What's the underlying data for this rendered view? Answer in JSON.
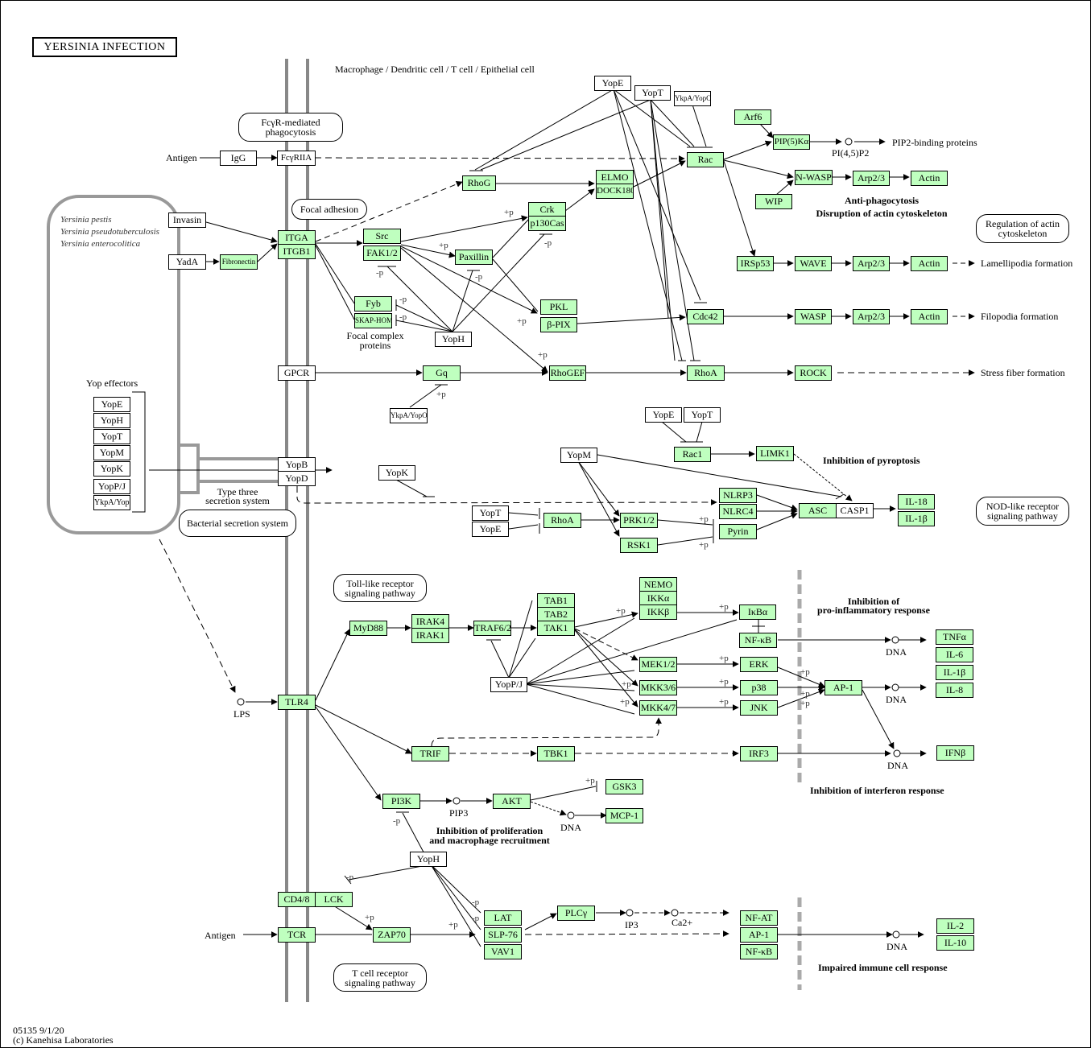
{
  "title": "YERSINIA INFECTION",
  "cell_label": "Macrophage / Dendritic cell / T cell / Epithelial cell",
  "bacteria": [
    "Yersinia pestis",
    "Yersinia pseudotuberculosis",
    "Yersinia enterocolitica"
  ],
  "yop_effectors": {
    "label": "Yop effectors",
    "items": [
      "YopE",
      "YopH",
      "YopT",
      "YopM",
      "YopK",
      "YopP/J",
      "YkpA/YopO"
    ]
  },
  "pathway_links": {
    "fcgr": "FcγR-mediated phagocytosis",
    "focal": "Focal adhesion",
    "actin": "Regulation of actin cytoskeleton",
    "bss": "Bacterial secretion system",
    "nod": "NOD-like receptor signaling pathway",
    "tlr": "Toll-like receptor signaling pathway",
    "tcr": "T cell receptor signaling pathway"
  },
  "labels": {
    "antigen1": "Antigen",
    "antigen2": "Antigen",
    "t3ss": "Type three secretion system",
    "focal_complex": "Focal complex proteins",
    "pip2": "PI(4,5)P2",
    "pip2_binding": "PIP2-binding proteins",
    "anti_phago": "Anti-phagocytosis",
    "disruption": "Disruption of actin cytoskeleton",
    "lamellipodia": "Lamellipodia formation",
    "filopodia": "Filopodia formation",
    "stress_fiber": "Stress fiber formation",
    "pyroptosis": "Inhibition of pyroptosis",
    "proinflam1": "Inhibition of",
    "proinflam2": "pro-inflammatory response",
    "interferon": "Inhibition of interferon response",
    "prolif1": "Inhibition of proliferation",
    "prolif2": "and macrophage recruitment",
    "impaired": "Impaired immune cell response",
    "lps": "LPS",
    "pip3": "PIP3",
    "ip3": "IP3",
    "ca": "Ca2+",
    "dna": "DNA",
    "plus_p": "+p",
    "minus_p": "-p"
  },
  "footer": {
    "id": "05135 9/1/20",
    "copyright": "(c) Kanehisa Laboratories"
  },
  "nodes": {
    "IgG": "IgG",
    "FcgRIIA": "FcγRIIA",
    "Invasin": "Invasin",
    "YadA": "YadA",
    "Fibronectin": "Fibronectin",
    "ITGA": "ITGA",
    "ITGB1": "ITGB1",
    "GPCR": "GPCR",
    "YopB": "YopB",
    "YopD": "YopD",
    "RhoG": "RhoG",
    "Src": "Src",
    "FAK": "FAK1/2",
    "Paxillin": "Paxillin",
    "Crk": "Crk",
    "p130Cas": "p130Cas",
    "Fyb": "Fyb",
    "SKAP": "SKAP-HOM",
    "YopH1": "YopH",
    "PKL": "PKL",
    "bPIX": "β-PIX",
    "ELMO": "ELMO",
    "DOCK180": "DOCK180",
    "YopE1": "YopE",
    "YopT1": "YopT",
    "YkpA1": "YkpA/YopO",
    "Rac": "Rac",
    "Arf6": "Arf6",
    "PIP5K": "PIP(5)Kα",
    "NWASP": "N-WASP",
    "WIP": "WIP",
    "Arp23a": "Arp2/3",
    "Actin_a": "Actin",
    "IRSp53": "IRSp53",
    "WAVE": "WAVE",
    "Arp23b": "Arp2/3",
    "Actin_b": "Actin",
    "Cdc42": "Cdc42",
    "WASP": "WASP",
    "Arp23c": "Arp2/3",
    "Actin_c": "Actin",
    "Gq": "Gq",
    "RhoGEF": "RhoGEF",
    "RhoA1": "RhoA",
    "ROCK": "ROCK",
    "YkpA2": "YkpA/YopO",
    "YopE2": "YopE",
    "YopT2": "YopT",
    "Rac1": "Rac1",
    "LIMK1": "LIMK1",
    "YopM": "YopM",
    "YopK": "YopK",
    "YopT3": "YopT",
    "YopE3": "YopE",
    "RhoA2": "RhoA",
    "PRK": "PRK1/2",
    "RSK1": "RSK1",
    "NLRP3": "NLRP3",
    "NLRC4": "NLRC4",
    "Pyrin": "Pyrin",
    "ASC": "ASC",
    "CASP1": "CASP1",
    "IL18": "IL-18",
    "IL1b1": "IL-1β",
    "TLR4": "TLR4",
    "MyD88": "MyD88",
    "IRAK4": "IRAK4",
    "IRAK1": "IRAK1",
    "TRAF6": "TRAF6/2",
    "TAB1": "TAB1",
    "TAB2": "TAB2",
    "TAK1": "TAK1",
    "YopPJ": "YopP/J",
    "NEMO": "NEMO",
    "IKKa": "IKKα",
    "IKKb": "IKKβ",
    "IkBa": "IκBα",
    "NFkB1": "NF-κB",
    "MEK": "MEK1/2",
    "MKK36": "MKK3/6",
    "MKK47": "MKK4/7",
    "ERK": "ERK",
    "p38": "p38",
    "JNK": "JNK",
    "AP1a": "AP-1",
    "TNFa": "TNFα",
    "IL6": "IL-6",
    "IL1b2": "IL-1β",
    "IL8": "IL-8",
    "TRIF": "TRIF",
    "TBK1": "TBK1",
    "IRF3": "IRF3",
    "IFNb": "IFNβ",
    "PI3K": "PI3K",
    "AKT": "AKT",
    "GSK3": "GSK3",
    "MCP1": "MCP-1",
    "YopH2": "YopH",
    "CD48": "CD4/8",
    "LCK": "LCK",
    "TCR": "TCR",
    "ZAP70": "ZAP70",
    "LAT": "LAT",
    "SLP76": "SLP-76",
    "VAV1": "VAV1",
    "PLCg": "PLCγ",
    "NFAT": "NF-AT",
    "AP1b": "AP-1",
    "NFkB2": "NF-κB",
    "IL2": "IL-2",
    "IL10": "IL-10"
  }
}
